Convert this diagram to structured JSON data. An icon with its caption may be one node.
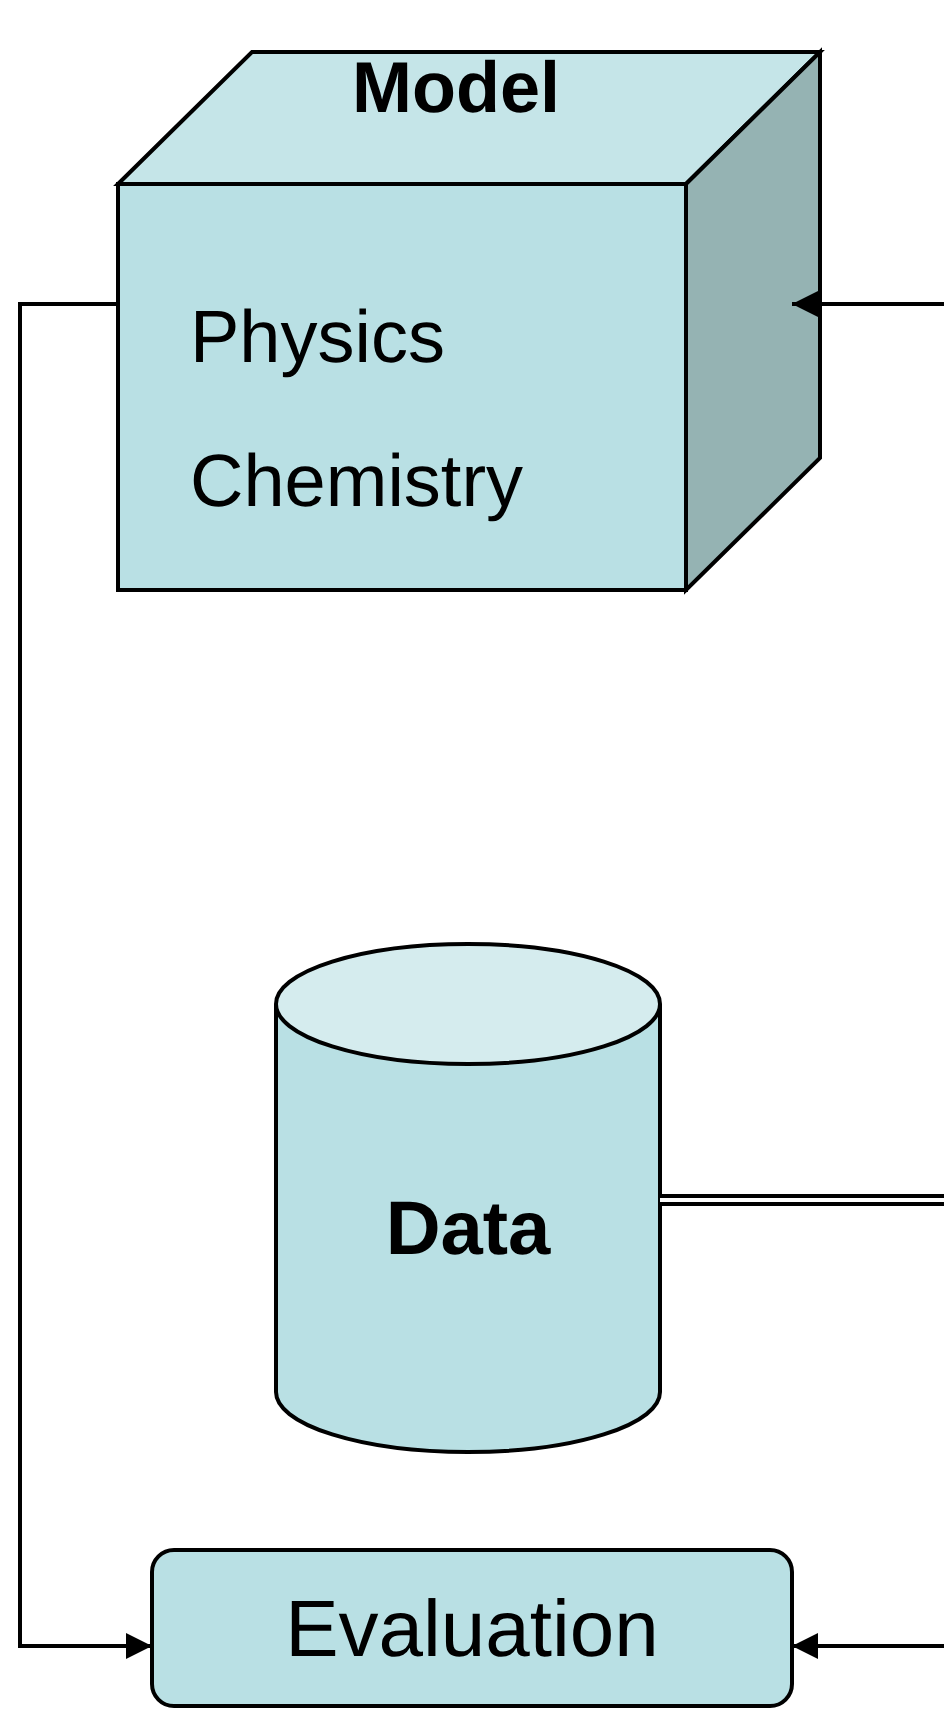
{
  "diagram": {
    "nodes": [
      {
        "text": [
          "Model",
          "Physics",
          "Chemistry"
        ]
      },
      {
        "text": [
          "Data"
        ]
      },
      {
        "text": [
          "Evaluation"
        ]
      }
    ],
    "edges": [
      {
        "from": 0,
        "to": 2,
        "arrow": "to"
      },
      {
        "from": null,
        "to": 0,
        "arrow": "to"
      },
      {
        "from": 1,
        "to": null,
        "arrow": "none",
        "style": "thick"
      },
      {
        "from": null,
        "to": 2,
        "arrow": "to"
      }
    ]
  }
}
